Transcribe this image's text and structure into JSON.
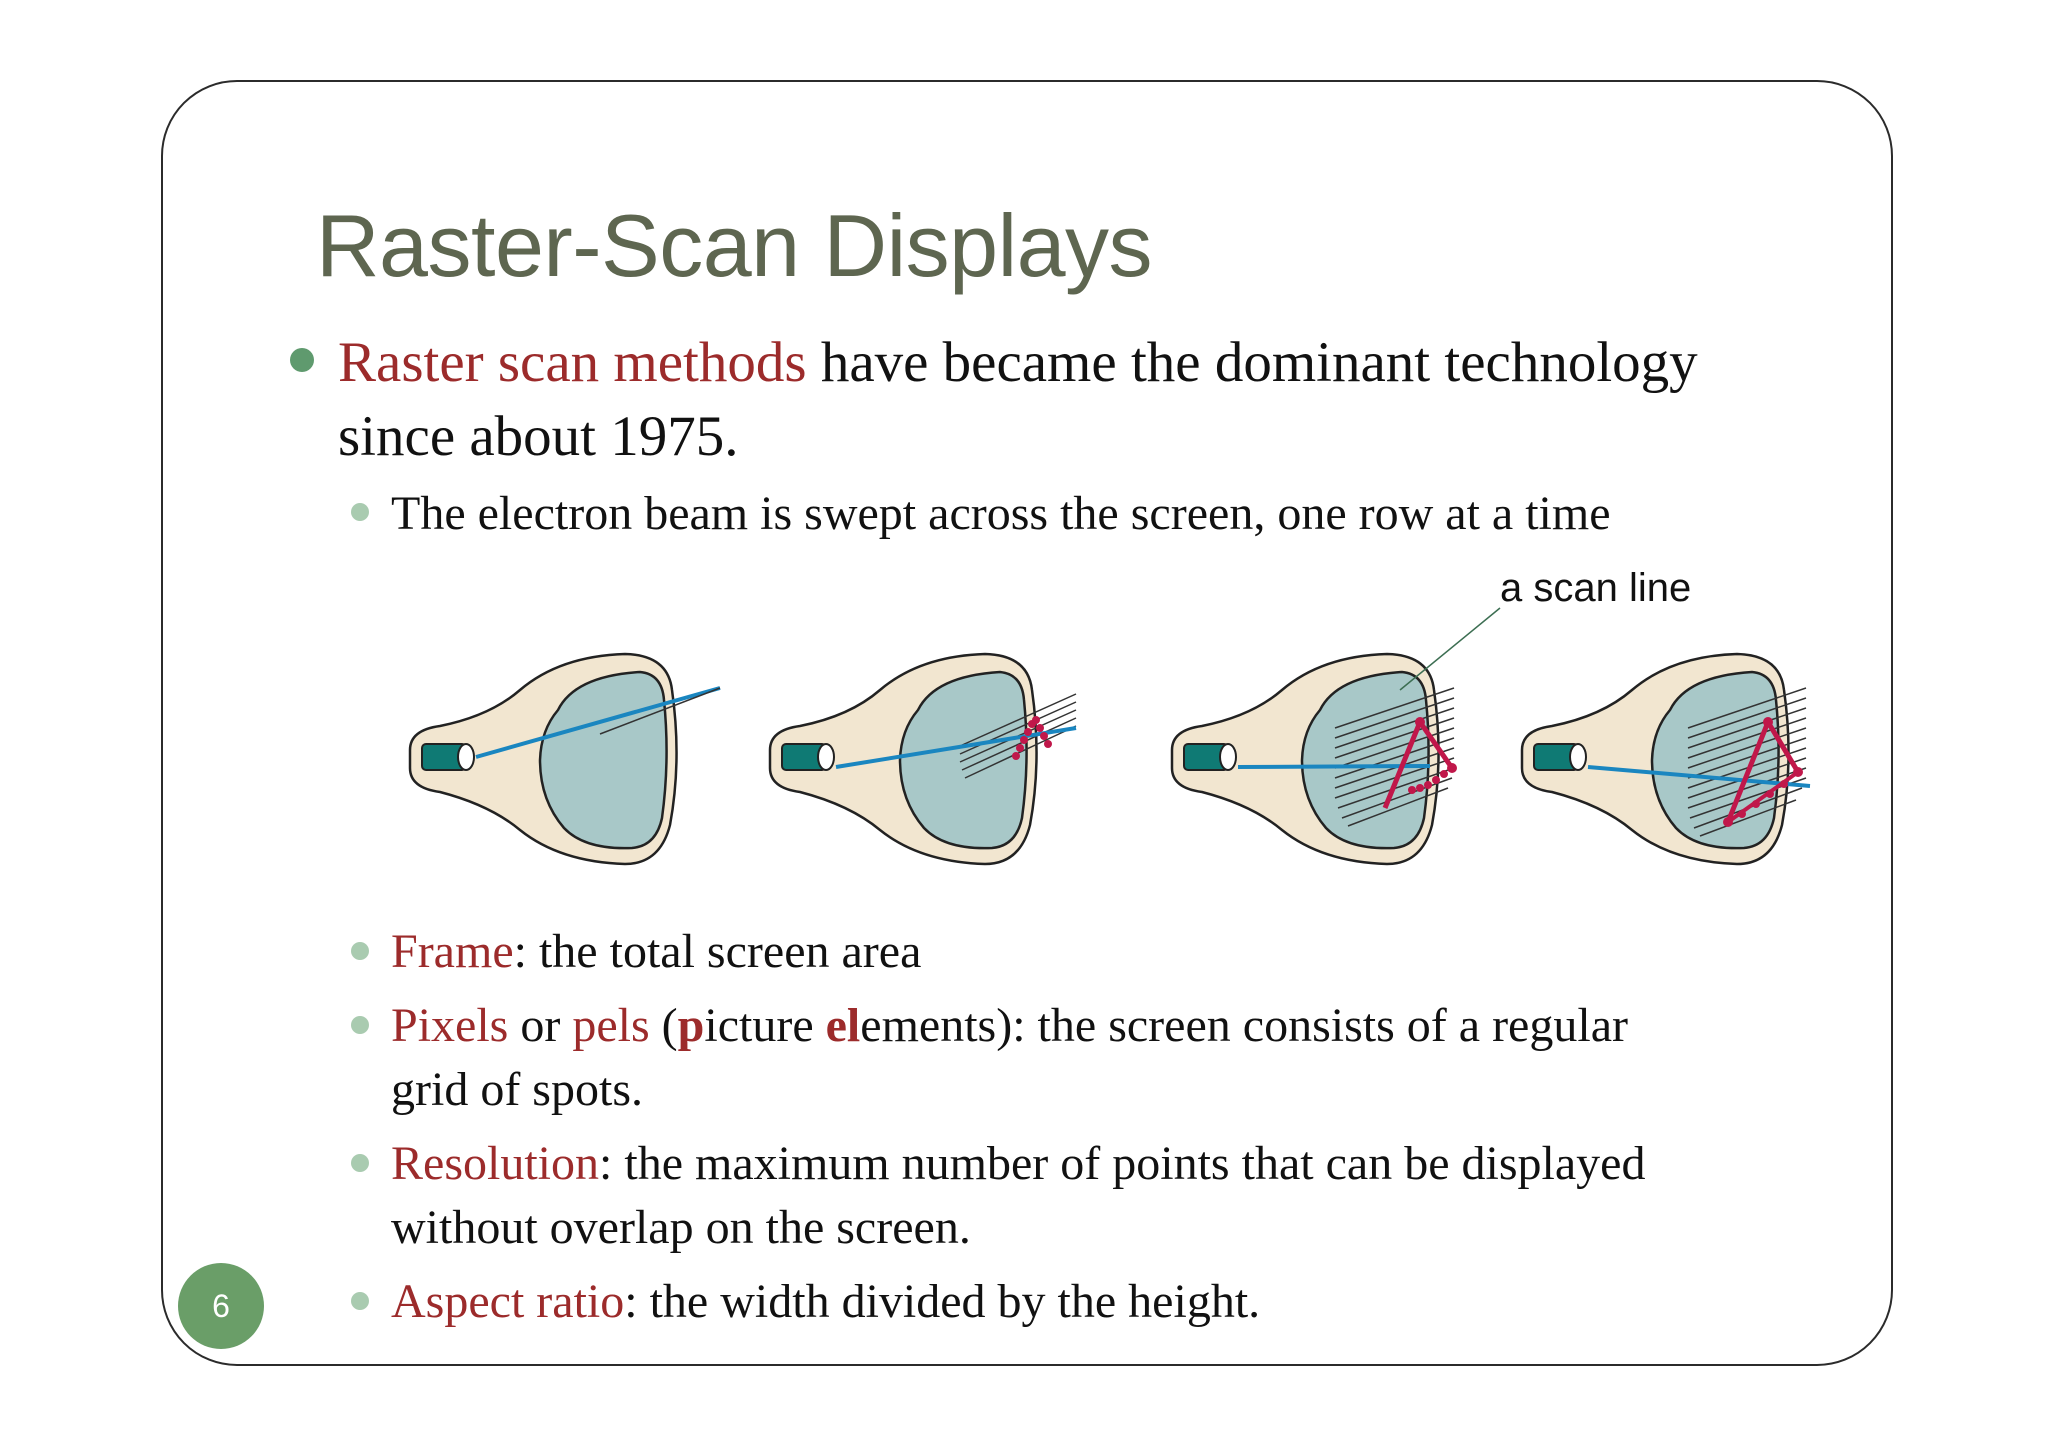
{
  "slide": {
    "title": "Raster-Scan Displays",
    "page_number": "6",
    "bullet1": {
      "term": "Raster scan methods",
      "rest_line1": " have became the dominant technology",
      "line2": "since about 1975."
    },
    "sub1": "The electron beam is swept across the screen, one row at a time",
    "figure": {
      "scan_line_label": "a scan line"
    },
    "frame": {
      "term": "Frame",
      "rest": ": the total screen area"
    },
    "pixels": {
      "term1": "Pixels",
      "or": " or ",
      "term2": "pels",
      "open": " (",
      "p": "p",
      "icture": "icture ",
      "el": "el",
      "rest_line1": "ements): the screen consists of a regular",
      "line2": "grid of spots."
    },
    "resolution": {
      "term": "Resolution",
      "rest_line1": ": the maximum number of points that can be displayed",
      "line2": "without overlap on the screen."
    },
    "aspect": {
      "term": "Aspect ratio",
      "rest": ":  the width divided by the height."
    }
  },
  "colors": {
    "title": "#5e6650",
    "term_red": "#9c2b2b",
    "bullet_main": "#5f9a6e",
    "bullet_sub": "#a9cbb0",
    "tube_body": "#f2e6d0",
    "screen": "#a8c8c8",
    "beam": "#1a86c0",
    "gun": "#0f7a74",
    "triangle": "#c0174a",
    "page_badge": "#6a9e68"
  }
}
